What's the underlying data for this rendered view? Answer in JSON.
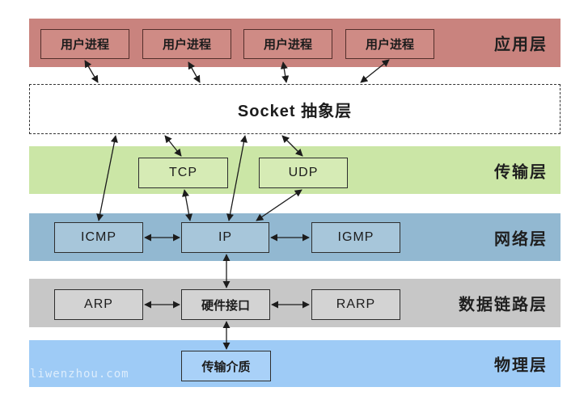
{
  "watermark": "liwenzhou.com",
  "colors": {
    "app-band": "#c9837e",
    "app-box": "#cf8b85",
    "app-border": "#532f2b",
    "transport-band": "#cbe6a6",
    "transport-box": "#d6ebb5",
    "network-band": "#92b8d1",
    "network-box": "#a7c6da",
    "datalink-band": "#c7c7c7",
    "datalink-box": "#d3d3d3",
    "physical-band": "#9ecbf6",
    "physical-box": "#a9d1f8",
    "box-border": "#2e2e2e"
  },
  "layers": {
    "application": {
      "label": "应用层",
      "boxes": [
        "用户进程",
        "用户进程",
        "用户进程",
        "用户进程"
      ]
    },
    "socket": {
      "label": "Socket 抽象层"
    },
    "transport": {
      "label": "传输层",
      "boxes": [
        "TCP",
        "UDP"
      ]
    },
    "network": {
      "label": "网络层",
      "boxes": [
        "ICMP",
        "IP",
        "IGMP"
      ]
    },
    "datalink": {
      "label": "数据链路层",
      "boxes": [
        "ARP",
        "硬件接口",
        "RARP"
      ]
    },
    "physical": {
      "label": "物理层",
      "boxes": [
        "传输介质"
      ]
    }
  }
}
